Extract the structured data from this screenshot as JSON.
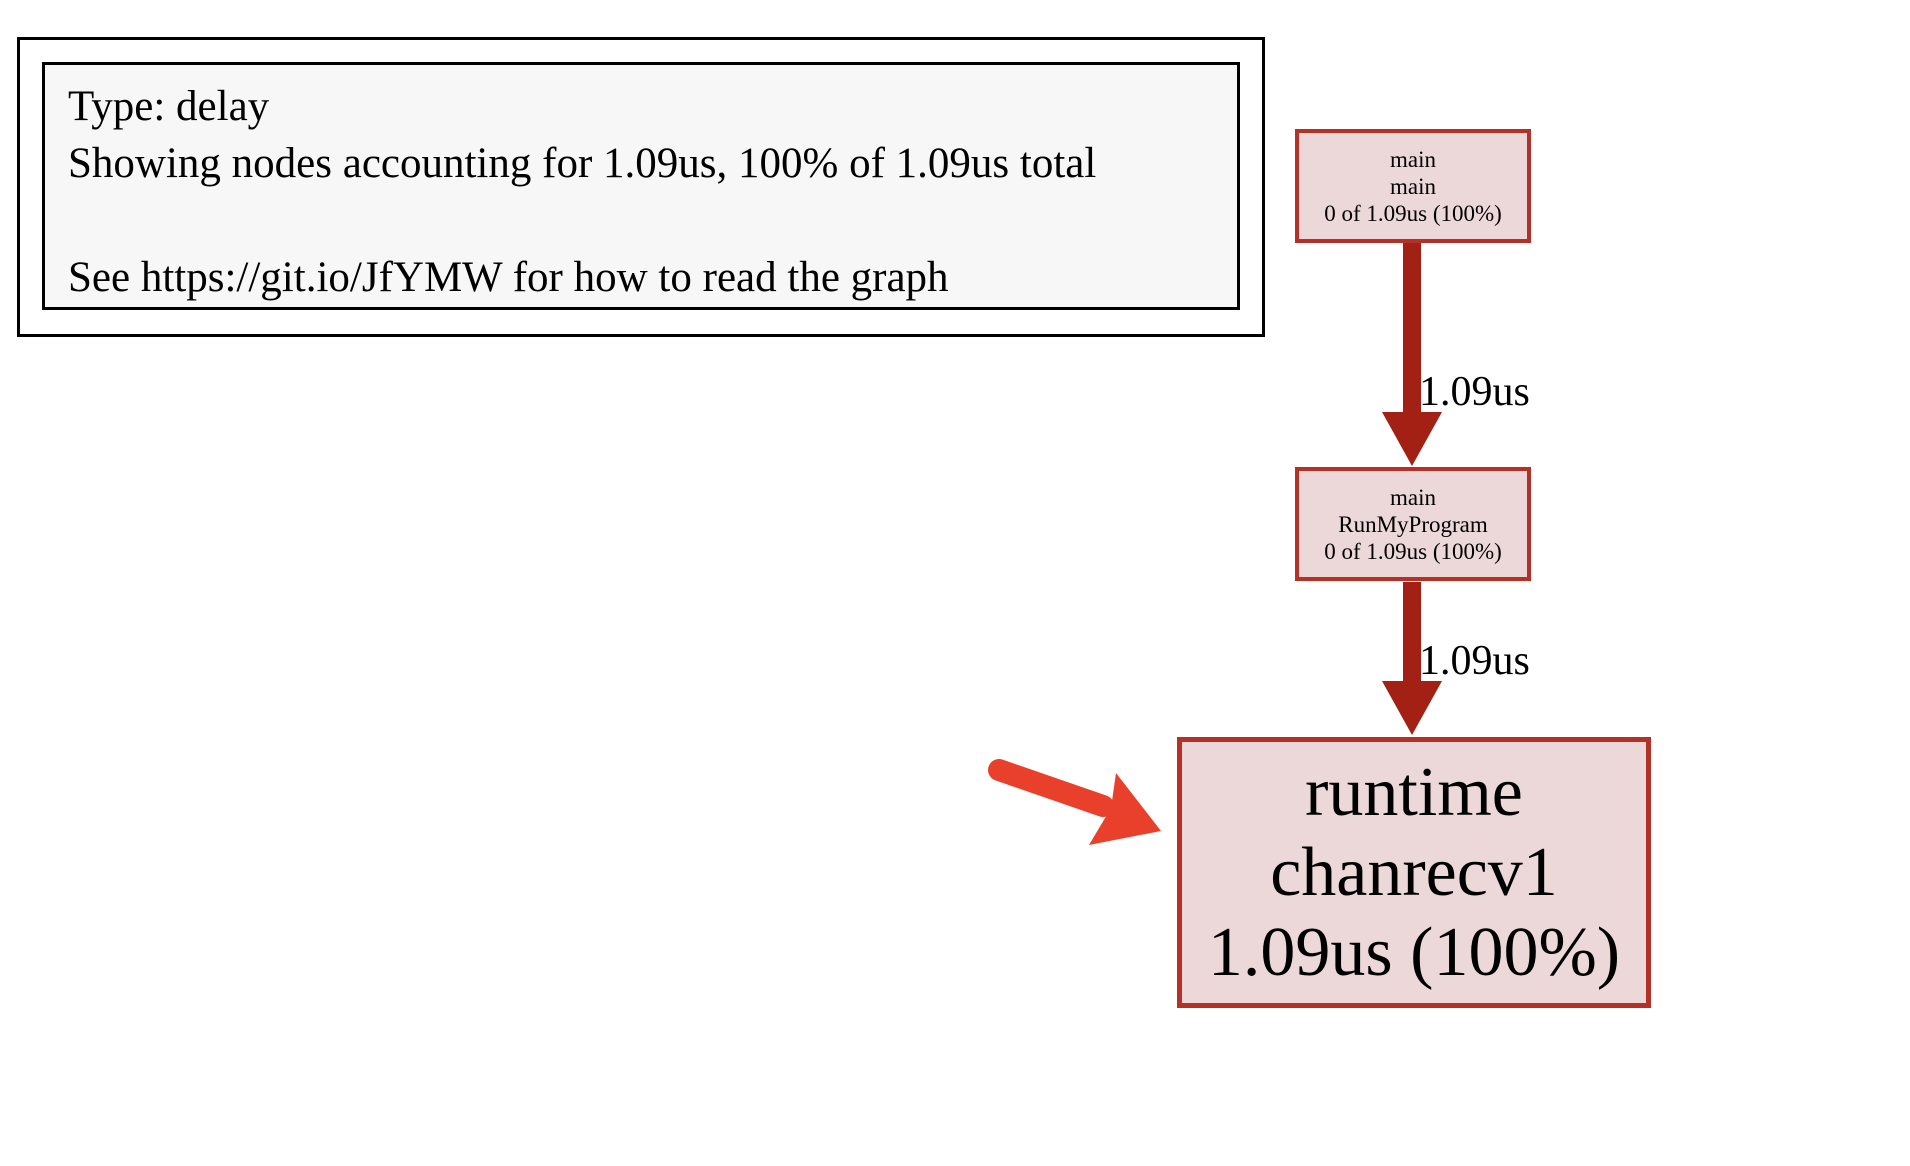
{
  "colors": {
    "node-fill": "#ecd8d8",
    "node-stroke": "#b43128",
    "edge": "#a22014",
    "legend-fill": "#f7f7f7",
    "legend-border": "#000000",
    "annotation": "#e8402a",
    "text": "#000000",
    "background": "#ffffff"
  },
  "legend": {
    "lines": [
      "Type: delay",
      "Showing nodes accounting for 1.09us, 100% of 1.09us total",
      "",
      "See https://git.io/JfYMW for how to read the graph"
    ]
  },
  "nodes": [
    {
      "id": "main-main",
      "lines": [
        "main",
        "main",
        "0 of 1.09us (100%)"
      ]
    },
    {
      "id": "main-runmyprogram",
      "lines": [
        "main",
        "RunMyProgram",
        "0 of 1.09us (100%)"
      ]
    },
    {
      "id": "runtime-chanrecv1",
      "lines": [
        "runtime",
        "chanrecv1",
        "1.09us (100%)"
      ]
    }
  ],
  "edges": [
    {
      "from": "main-main",
      "to": "main-runmyprogram",
      "label": "1.09us"
    },
    {
      "from": "main-runmyprogram",
      "to": "runtime-chanrecv1",
      "label": "1.09us"
    }
  ]
}
